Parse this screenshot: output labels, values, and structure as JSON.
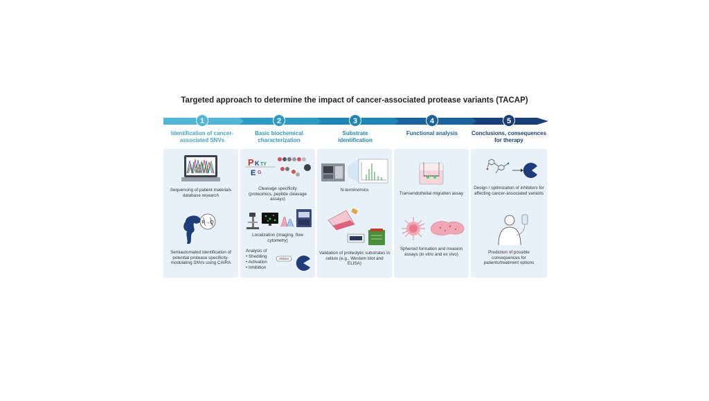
{
  "title": "Targeted approach to determine the impact of cancer-associated protease variants (TACAP)",
  "steps": [
    {
      "number": "1",
      "heading": "Identification of cancer-associated SNVs",
      "color": "#4fb6d8"
    },
    {
      "number": "2",
      "heading": "Basic biochemical characterization",
      "color": "#2a9cc6"
    },
    {
      "number": "3",
      "heading": "Substrate identification",
      "color": "#1d86b6"
    },
    {
      "number": "4",
      "heading": "Functional analysis",
      "color": "#1b63a0"
    },
    {
      "number": "5",
      "heading": "Conclusions, consequences for therapy",
      "color": "#173f78"
    }
  ],
  "col1": {
    "cap_a": "Sequencing of patient materials database research",
    "cap_b": "Semiautomated identification of potential protease specificity-modulating SNVs using CAIRA",
    "mutation_label": "R→Q"
  },
  "col2": {
    "cap_a": "Cleavage specificity (proteomics, peptide cleavage assays)",
    "cap_b": "Localization (imaging, flow cytometry)",
    "analysis_title": "Analysis of",
    "analysis_items": [
      "• Shedding",
      "• Activation",
      "• Inhibition"
    ],
    "inhibitor_label": "inhibitor"
  },
  "col3": {
    "cap_a": "N-terminomics",
    "cap_b": "Validation of proteolytic substrates in cellulo (e.g., Western blot and ELISA)"
  },
  "col4": {
    "cap_a": "Transendothelial migration assay",
    "cap_b": "Spheroid formation and invasion assays (in vitro and ex vivo)"
  },
  "col5": {
    "cap_a": "Design / optimization of inhibitors for affecting cancer-associated variants",
    "cap_b": "Prediction of possible consequences for patients/treatment options"
  }
}
